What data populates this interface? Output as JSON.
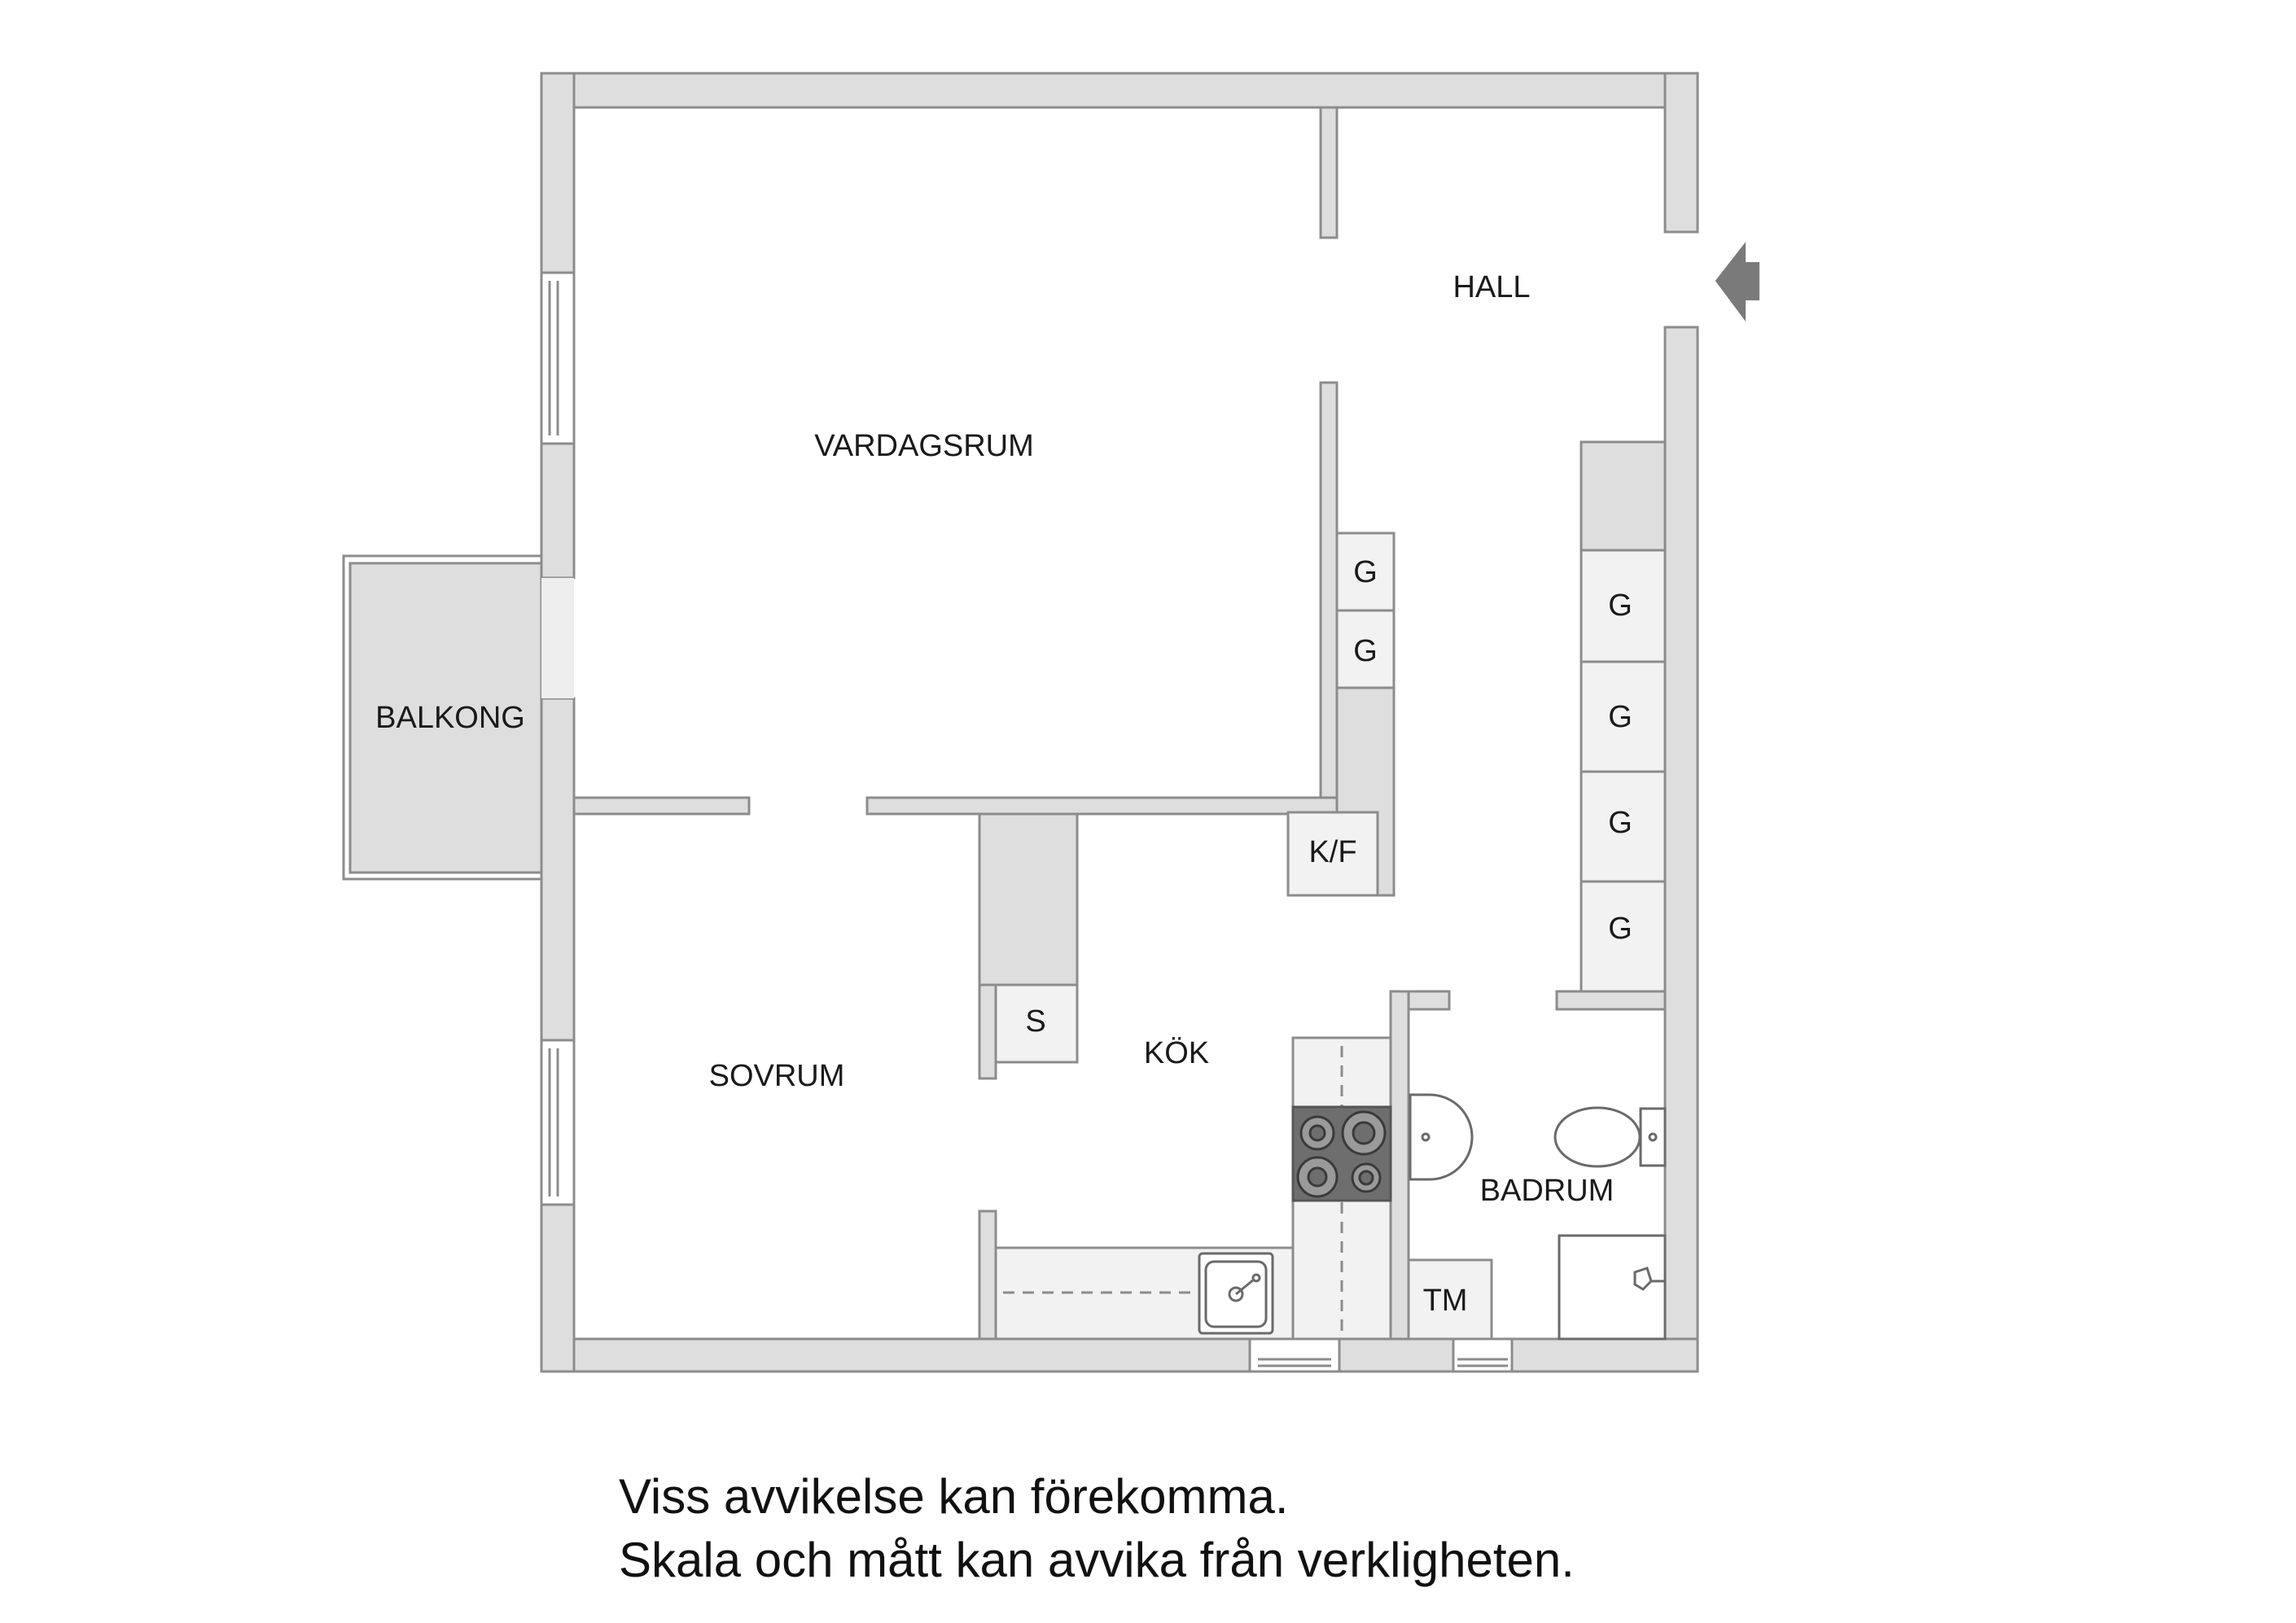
{
  "rooms": {
    "hall": "HALL",
    "vardagsrum": "VARDAGSRUM",
    "balkong": "BALKONG",
    "sovrum": "SOVRUM",
    "kok": "KÖK",
    "badrum": "BADRUM"
  },
  "fixtures": {
    "wardrobe_label": "G",
    "fridge_freezer": "K/F",
    "storage": "S",
    "washer": "TM"
  },
  "disclaimer": {
    "line1": "Viss avvikelse kan förekomma.",
    "line2": "Skala och mått kan avvika från verkligheten."
  },
  "colors": {
    "wall_fill": "#dedede",
    "wall_stroke": "#8c8c8c",
    "stove": "#6e6e6e",
    "entrance_arrow": "#7a7a7a"
  }
}
